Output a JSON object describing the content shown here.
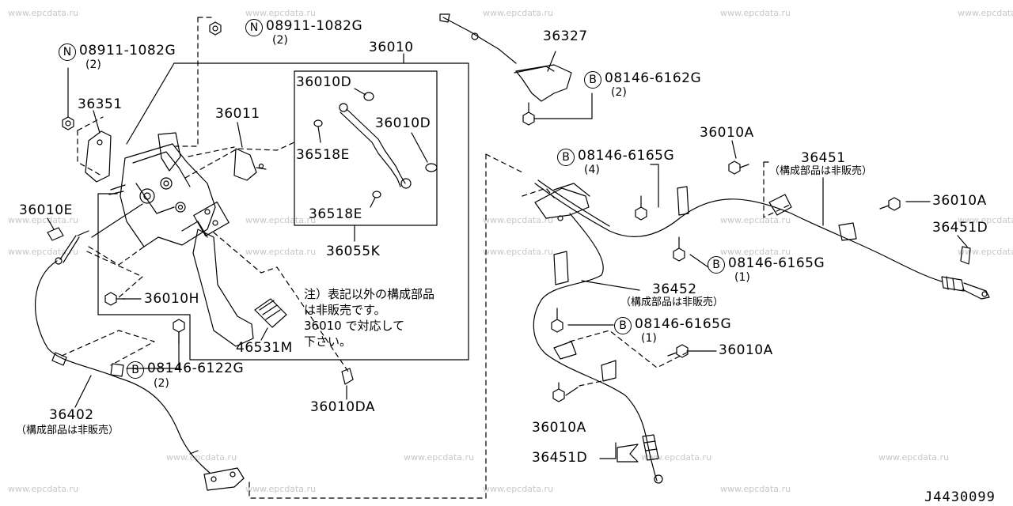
{
  "watermark": "www.epcdata.ru",
  "diagram_code": "J4430099",
  "note_text": "注）表記以外の構成部品\nは非販売です。\n36010 で対応して\n下さい。",
  "symbols": {
    "nut": "N",
    "bolt": "B"
  },
  "labels": {
    "nut_08911_top": "08911-1082G",
    "nut_08911_top_qty": "(2)",
    "nut_08911_left": "08911-1082G",
    "nut_08911_left_qty": "(2)",
    "p36010": "36010",
    "p36327": "36327",
    "bolt_08146_6162G": "08146-6162G",
    "bolt_08146_6162G_qty": "(2)",
    "p36351": "36351",
    "p36011": "36011",
    "p36010D_a": "36010D",
    "p36010D_b": "36010D",
    "p36518E_a": "36518E",
    "p36518E_b": "36518E",
    "p36055K": "36055K",
    "p36010E": "36010E",
    "p36010H": "36010H",
    "p46531M": "46531M",
    "bolt_08146_6122G": "08146-6122G",
    "bolt_08146_6122G_qty": "(2)",
    "p36010DA": "36010DA",
    "p36402": "36402",
    "p36402_note": "（構成部品は非販売）",
    "p36010A_top": "36010A",
    "bolt_08146_6165G_4": "08146-6165G",
    "bolt_08146_6165G_4_qty": "(4)",
    "p36451": "36451",
    "p36451_note": "（構成部品は非販売）",
    "p36010A_right": "36010A",
    "p36451D_right": "36451D",
    "bolt_08146_6165G_1a": "08146-6165G",
    "bolt_08146_6165G_1a_qty": "(1)",
    "p36452": "36452",
    "p36452_note": "（構成部品は非販売）",
    "bolt_08146_6165G_1b": "08146-6165G",
    "bolt_08146_6165G_1b_qty": "(1)",
    "p36010A_mid": "36010A",
    "p36010A_bottom": "36010A",
    "p36451D_bottom": "36451D"
  }
}
